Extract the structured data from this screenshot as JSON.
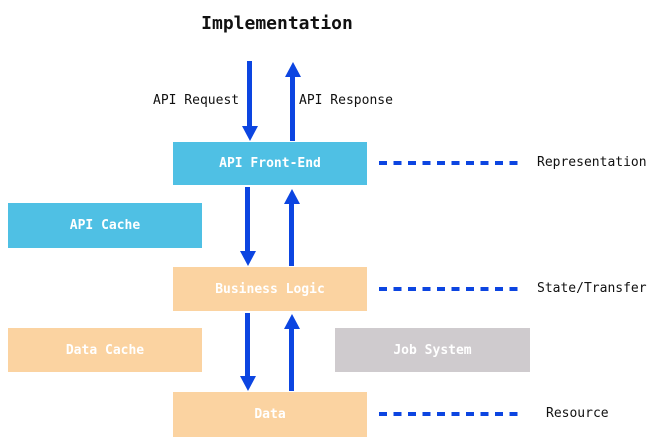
{
  "title": "Implementation",
  "flow": {
    "request_label": "API Request",
    "response_label": "API Response"
  },
  "boxes": {
    "api_front_end": "API Front-End",
    "api_cache": "API Cache",
    "business_logic": "Business Logic",
    "data_cache": "Data Cache",
    "job_system": "Job System",
    "data": "Data"
  },
  "right_labels": [
    "Representation",
    "State/Transfer",
    "Resource"
  ],
  "colors": {
    "cyan": "#4FC0E4",
    "peach": "#FBD3A1",
    "gray": "#CFCBCE",
    "blue": "#0C45E1"
  }
}
